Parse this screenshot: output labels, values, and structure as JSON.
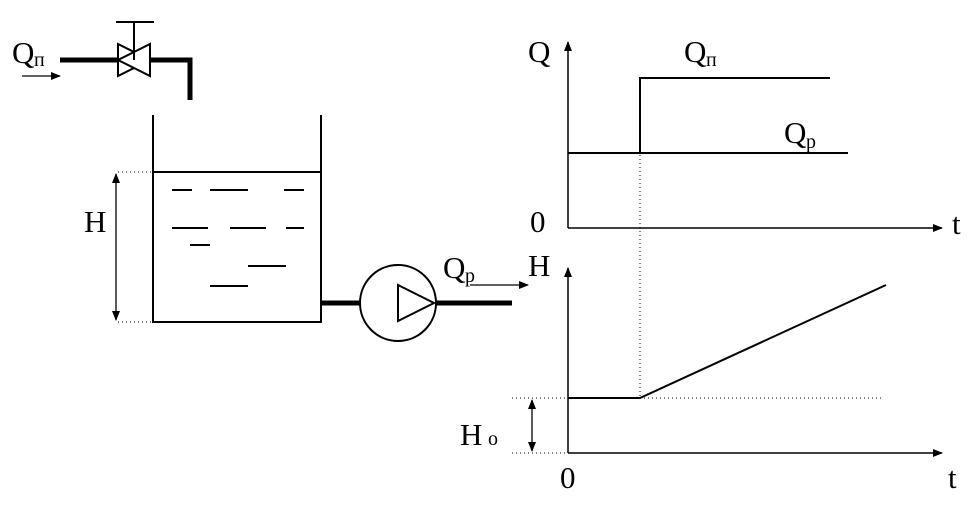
{
  "tank": {
    "inflow_label": "Q",
    "inflow_sub": "п",
    "level_label": "H",
    "outflow_label": "Q",
    "outflow_sub": "р"
  },
  "chart_data": [
    {
      "type": "line",
      "ylabel": "Q",
      "xlabel": "t",
      "origin_label": "0",
      "series": [
        {
          "name": "Qп",
          "label_main": "Q",
          "label_sub": "п"
        },
        {
          "name": "Qр",
          "label_main": "Q",
          "label_sub": "р"
        }
      ]
    },
    {
      "type": "line",
      "ylabel": "H",
      "xlabel": "t",
      "origin_label": "0",
      "level_label_main": "H",
      "level_label_sub": "о"
    }
  ]
}
